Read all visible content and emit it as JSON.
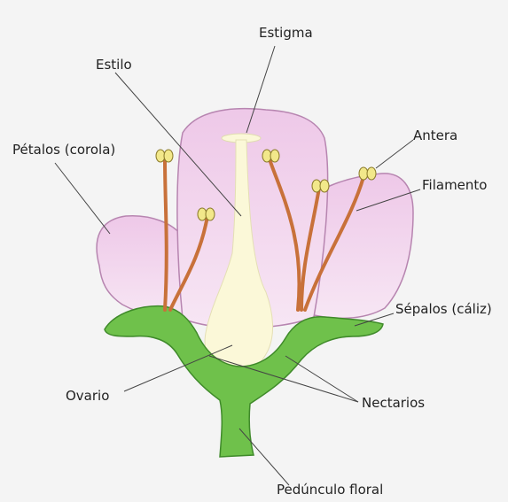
{
  "diagram": {
    "labels": {
      "estigma": "Estigma",
      "estilo": "Estilo",
      "petalos": "Pétalos (corola)",
      "antera": "Antera",
      "filamento": "Filamento",
      "sepalos": "Sépalos (cáliz)",
      "ovario": "Ovario",
      "nectarios": "Nectarios",
      "pedunculo": "Pedúnculo floral"
    },
    "colors": {
      "background": "#f4f4f4",
      "petal_fill": "#ecc6e6",
      "petal_stroke": "#b785b0",
      "pistil_fill": "#fbf8d8",
      "sepal_fill": "#6fc14b",
      "sepal_stroke": "#3f8a2a",
      "filament": "#c8713a",
      "anther_fill": "#f2e88a",
      "anther_stroke": "#8a7a2a",
      "leader_line": "#444444",
      "label_text": "#222222"
    }
  }
}
